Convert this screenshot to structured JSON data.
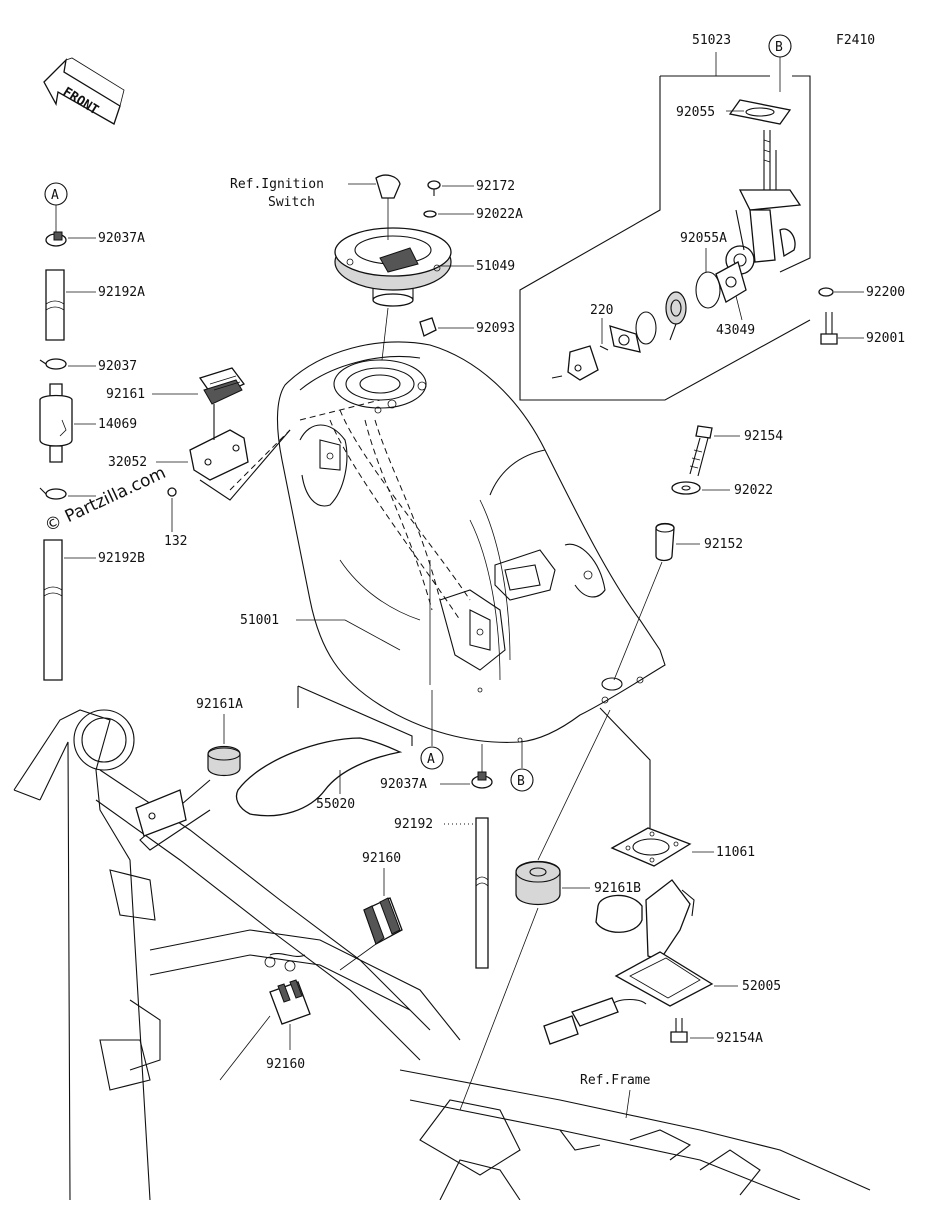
{
  "diagram_id": "F2410",
  "watermark": "© Partzilla.com",
  "front_label": "FRONT",
  "reference_labels": {
    "ignition_line1": "Ref.Ignition",
    "ignition_line2": "Switch",
    "frame": "Ref.Frame"
  },
  "callouts": {
    "A": "A",
    "B": "B"
  },
  "part_numbers": {
    "p51023": "51023",
    "p92055": "92055",
    "p92172": "92172",
    "p92022A": "92022A",
    "p51049": "51049",
    "p92093": "92093",
    "p92055A": "92055A",
    "p220": "220",
    "p43049": "43049",
    "p92200": "92200",
    "p92001": "92001",
    "p92037A_top": "92037A",
    "p92192A": "92192A",
    "p92037": "92037",
    "p92161": "92161",
    "p14069": "14069",
    "p32052": "32052",
    "p132": "132",
    "p92192B": "92192B",
    "p92154": "92154",
    "p92022": "92022",
    "p92152": "92152",
    "p51001": "51001",
    "p92161A": "92161A",
    "p55020": "55020",
    "p92037A_bottom": "92037A",
    "p92192": "92192",
    "p11061": "11061",
    "p92160_upper": "92160",
    "p92161B": "92161B",
    "p52005": "52005",
    "p92154A": "92154A",
    "p92160_lower": "92160"
  }
}
